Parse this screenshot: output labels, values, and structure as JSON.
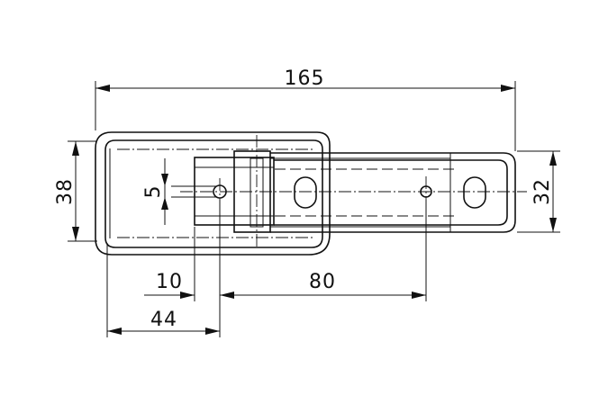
{
  "dimensions": {
    "overall_length": "165",
    "left_height": "38",
    "right_height": "32",
    "pin_hole": "5",
    "offset_small": "10",
    "hole_spacing": "80",
    "offset_left": "44"
  }
}
